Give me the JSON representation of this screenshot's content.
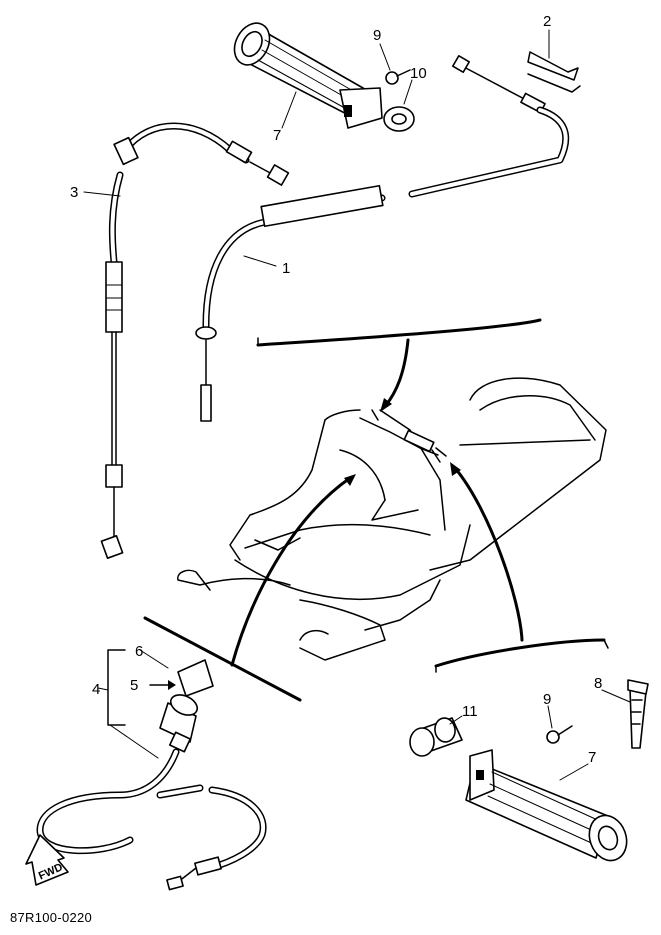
{
  "diagram": {
    "drawing_code": "87R100-0220",
    "direction_label": "FWD",
    "callouts": [
      {
        "id": "c1",
        "text": "1"
      },
      {
        "id": "c2",
        "text": "2"
      },
      {
        "id": "c3",
        "text": "3"
      },
      {
        "id": "c4",
        "text": "4"
      },
      {
        "id": "c5",
        "text": "5"
      },
      {
        "id": "c6",
        "text": "6"
      },
      {
        "id": "c7a",
        "text": "7"
      },
      {
        "id": "c7b",
        "text": "7"
      },
      {
        "id": "c8",
        "text": "8"
      },
      {
        "id": "c9a",
        "text": "9"
      },
      {
        "id": "c9b",
        "text": "9"
      },
      {
        "id": "c10",
        "text": "10"
      },
      {
        "id": "c11",
        "text": "11"
      }
    ]
  }
}
